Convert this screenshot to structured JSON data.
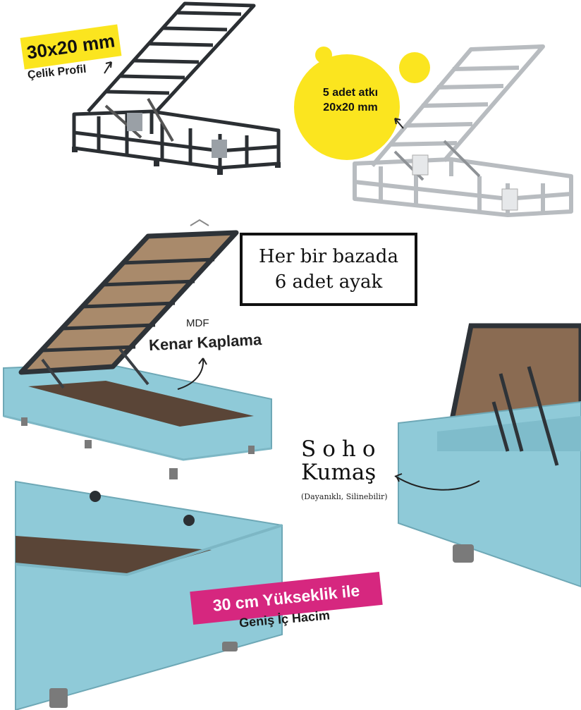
{
  "colors": {
    "accent_yellow": "#fbe51f",
    "accent_pink": "#d6277f",
    "fabric_blue": "#8fcad8",
    "frame_dark": "#2b2f33",
    "frame_silver": "#c9cccf"
  },
  "labels": {
    "profile_size": "30x20 mm",
    "profile_type": "Çelik Profil",
    "crossbar_line1": "5 adet atkı",
    "crossbar_line2": "20x20 mm",
    "legs_line1": "Her bir bazada",
    "legs_line2": "6 adet ayak",
    "mdf": "MDF",
    "edge_cover": "Kenar Kaplama",
    "brand_line1": "Soho",
    "brand_line2": "Kumaş",
    "fabric_note": "(Dayanıklı, Silinebilir)",
    "height": "30 cm Yükseklik ile",
    "volume": "Geniş İç Hacim"
  },
  "icons": [
    "arrow-icon",
    "curved-arrow-icon",
    "yellow-blob-icon"
  ]
}
